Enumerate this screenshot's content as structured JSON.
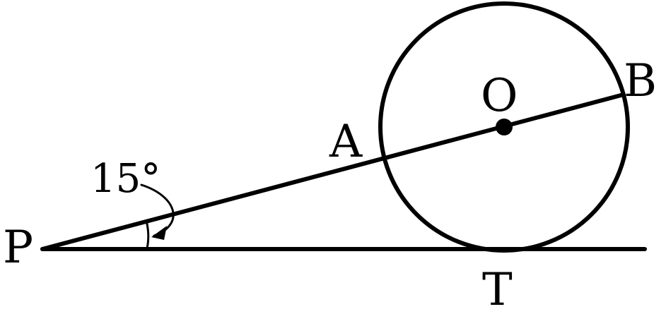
{
  "labels": {
    "P": "P",
    "A": "A",
    "O": "O",
    "B": "B",
    "T": "T"
  },
  "angle": {
    "text": "15°"
  },
  "colors": {
    "ink": "#000000",
    "background": "#ffffff"
  }
}
